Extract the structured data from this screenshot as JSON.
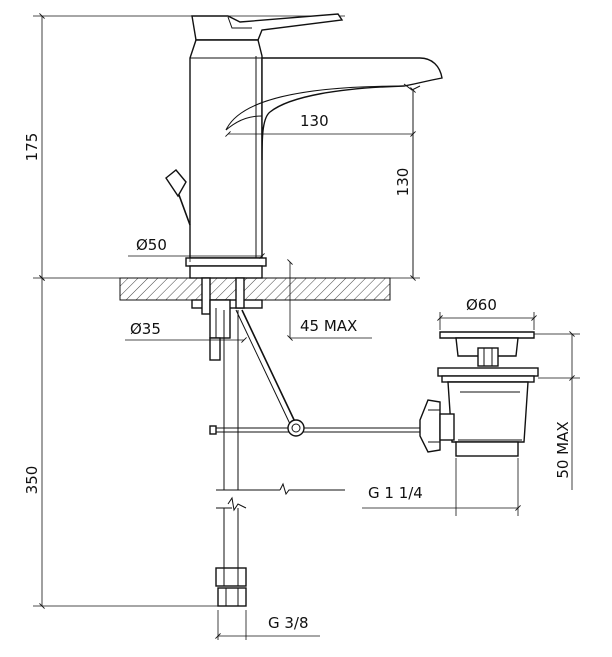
{
  "dimensions": {
    "height_above_counter": "175",
    "spout_reach": "130",
    "spout_height": "130",
    "base_diameter": "Ø50",
    "shank_diameter": "Ø35",
    "counter_thickness_max": "45 MAX",
    "height_below_counter": "350",
    "waste_diameter": "Ø60",
    "waste_height_max": "50 MAX",
    "waste_thread": "G 1 1/4",
    "supply_thread": "G 3/8"
  },
  "colors": {
    "line": "#111111",
    "background": "#ffffff"
  }
}
